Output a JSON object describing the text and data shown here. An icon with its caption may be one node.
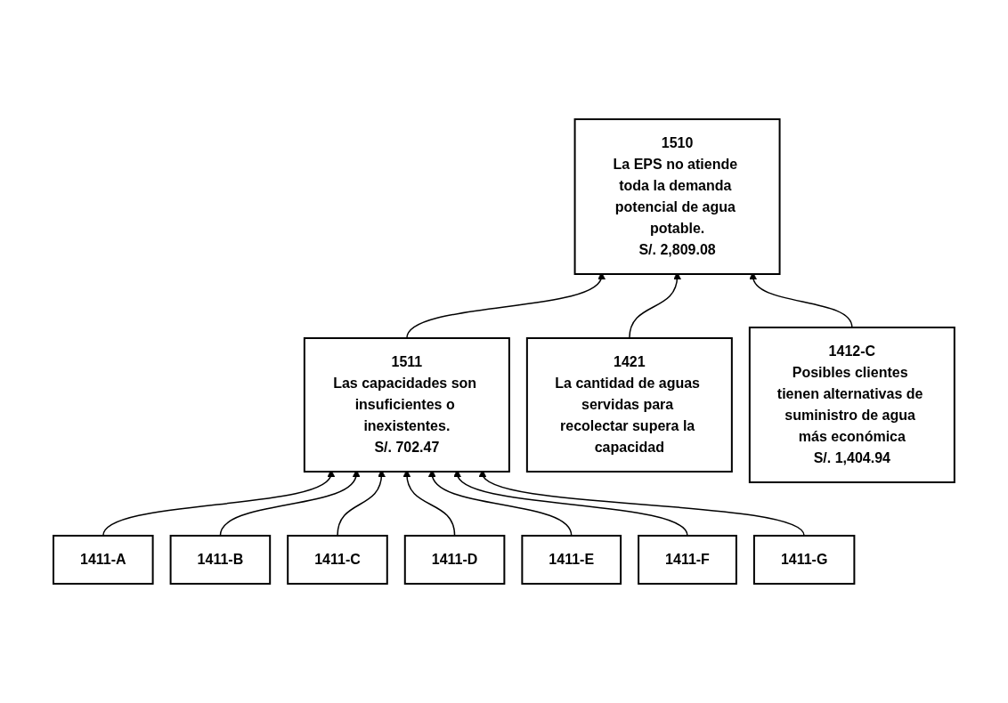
{
  "diagram": {
    "nodes": [
      {
        "text": [
          "1510",
          "La EPS no atiende toda la demanda potencial de agua potable.",
          "S/. 2,809.08"
        ]
      },
      {
        "text": [
          "1511",
          "Las capacidades son insuficientes o inexistentes.",
          "S/. 702.47"
        ]
      },
      {
        "text": [
          "1421",
          "La cantidad de aguas servidas para recolectar supera la capacidad"
        ]
      },
      {
        "text": [
          "1412-C",
          "Posibles clientes tienen alternativas de suministro de agua más económica",
          "S/. 1,404.94"
        ]
      },
      {
        "text": [
          "1411-A"
        ]
      },
      {
        "text": [
          "1411-B"
        ]
      },
      {
        "text": [
          "1411-C"
        ]
      },
      {
        "text": [
          "1411-D"
        ]
      },
      {
        "text": [
          "1411-E"
        ]
      },
      {
        "text": [
          "1411-F"
        ]
      },
      {
        "text": [
          "1411-G"
        ]
      }
    ],
    "edges": [
      {
        "from": 1,
        "to": 0,
        "arrow": "to"
      },
      {
        "from": 2,
        "to": 0,
        "arrow": "to"
      },
      {
        "from": 3,
        "to": 0,
        "arrow": "to"
      },
      {
        "from": 4,
        "to": 1,
        "arrow": "to"
      },
      {
        "from": 5,
        "to": 1,
        "arrow": "to"
      },
      {
        "from": 6,
        "to": 1,
        "arrow": "to"
      },
      {
        "from": 7,
        "to": 1,
        "arrow": "to"
      },
      {
        "from": 8,
        "to": 1,
        "arrow": "to"
      },
      {
        "from": 9,
        "to": 1,
        "arrow": "to"
      },
      {
        "from": 10,
        "to": 1,
        "arrow": "to"
      }
    ]
  }
}
